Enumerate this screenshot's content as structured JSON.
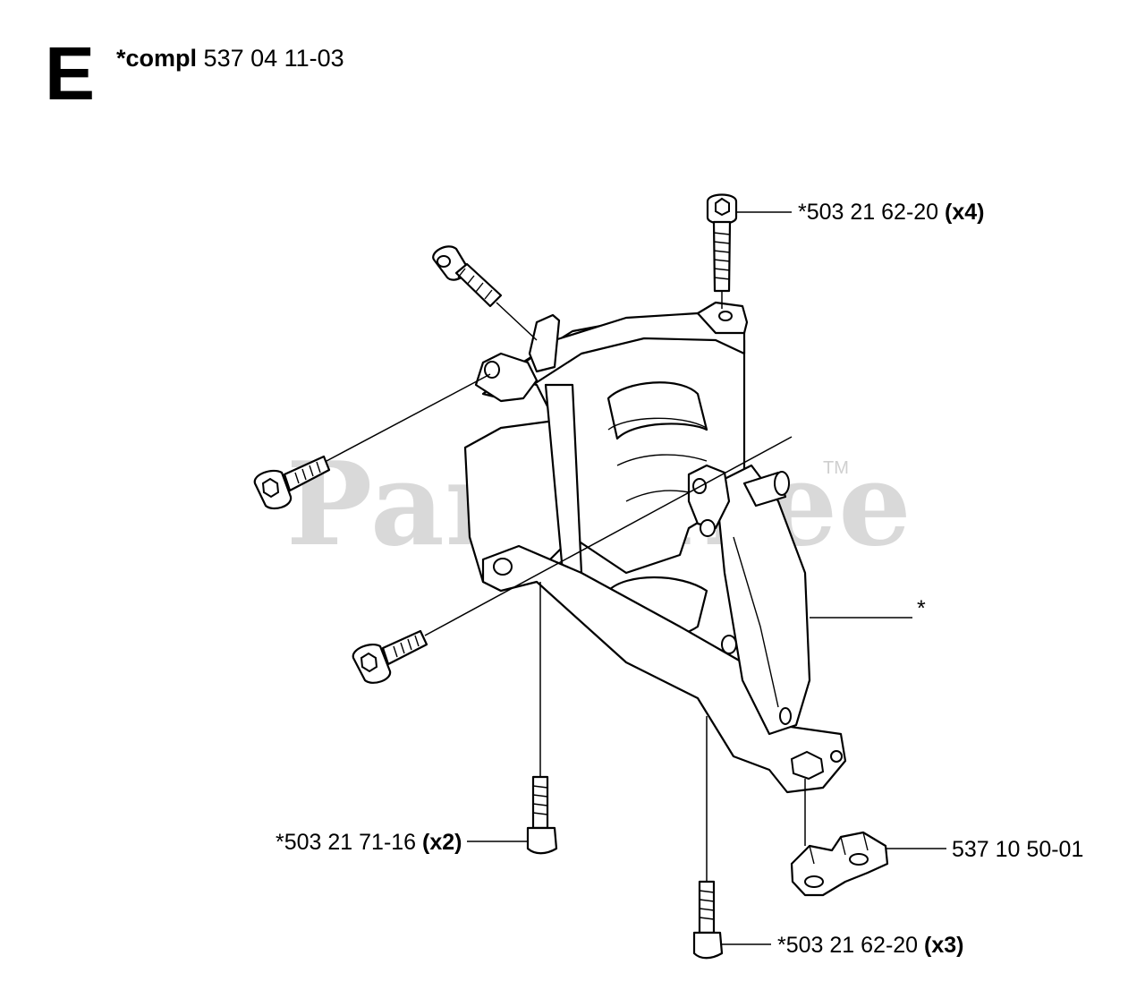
{
  "header": {
    "section_letter": "E",
    "assembly_label": "*compl",
    "assembly_number": "537 04 11-03"
  },
  "watermark": {
    "text": "PartsTree",
    "trademark": "TM"
  },
  "callouts": [
    {
      "id": "screw-top",
      "part_number": "*503 21 62-20",
      "qty": "(x4)"
    },
    {
      "id": "housing",
      "part_number": "*",
      "qty": ""
    },
    {
      "id": "screw-left-bottom",
      "part_number": "*503 21 71-16",
      "qty": "(x2)"
    },
    {
      "id": "nut",
      "part_number": "537 10 50-01",
      "qty": ""
    },
    {
      "id": "screw-bottom",
      "part_number": "*503 21 62-20",
      "qty": "(x3)"
    }
  ]
}
